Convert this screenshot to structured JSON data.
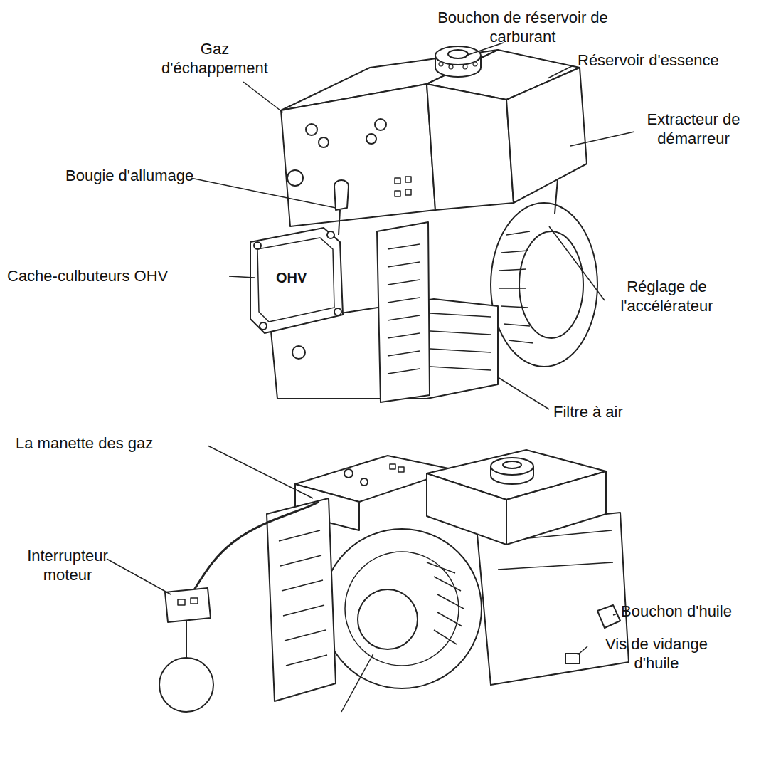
{
  "diagram": {
    "labels": [
      "Bouchon de réservoir de carburant",
      "Réservoir d'essence",
      "Gaz d'échappement",
      "Extracteur de démarreur",
      "Bougie d'allumage",
      "Cache-culbuteurs OHV",
      "Réglage de l'accélérateur",
      "Filtre à air",
      "La manette des gaz",
      "Interrupteur moteur",
      "Bouchon d'huile",
      "Vis de vidange d'huile",
      "OHV"
    ]
  }
}
